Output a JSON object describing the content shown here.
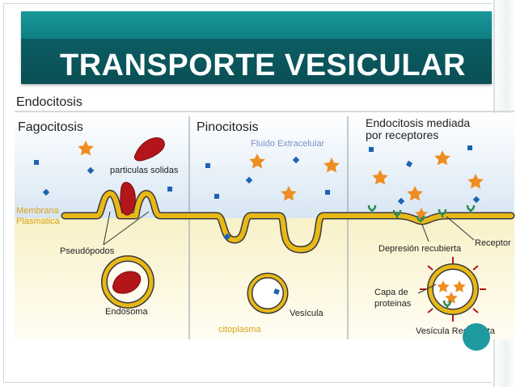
{
  "slide": {
    "title": "TRANSPORTE VESICULAR",
    "colors": {
      "title_bar": "#0b5e63",
      "title_band": "#19999c",
      "accent": "#1f9aa0"
    }
  },
  "diagram": {
    "heading": "Endocitosis",
    "sections": {
      "fagocitosis": "Fagocitosis",
      "pinocitosis": "Pinocitosis",
      "receptores_line1": "Endocitosis mediada",
      "receptores_line2": "por receptores"
    },
    "labels": {
      "particulas": "particulas solidas",
      "membrana_line1": "Membrana",
      "membrana_line2": "Plasmatica",
      "pseudopodos": "Pseudópodos",
      "endosoma": "Endosoma",
      "fluido": "Fluido Extracelular",
      "vesicula": "Vesícula",
      "citoplasma": "citoplasma",
      "depresion": "Depresión recubierta",
      "receptor": "Receptor",
      "capa_line1": "Capa de",
      "capa_line2": "proteinas",
      "vesicula_recubierta": "Vesícula Recubierta"
    },
    "colors": {
      "membrane": "#e8b817",
      "membrane_outline": "#3a3a3a",
      "particle": "#b3161a",
      "extracellular": "#ddeaf4",
      "cytoplasm": "#fbf6d9",
      "star": "#ef8d22",
      "square": "#1c63b4",
      "receptor": "#2e8b57"
    },
    "icons": [
      "star-icon",
      "square-molecule-icon",
      "receptor-icon",
      "coat-protein-icon"
    ]
  }
}
